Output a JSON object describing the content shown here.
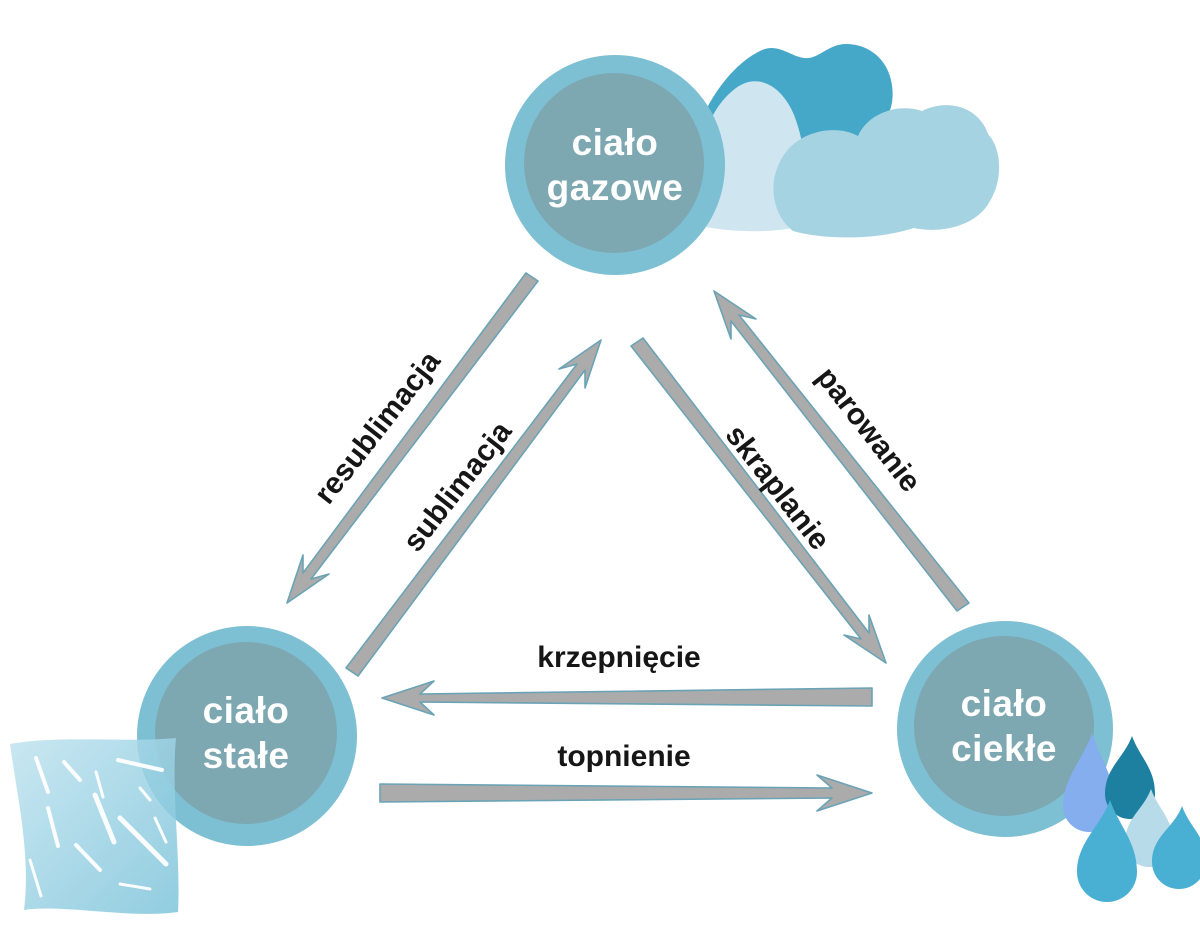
{
  "nodes": {
    "gas": {
      "line1": "ciało",
      "line2": "gazowe"
    },
    "solid": {
      "line1": "ciało",
      "line2": "stałe"
    },
    "liquid": {
      "line1": "ciało",
      "line2": "ciekłe"
    }
  },
  "edges": {
    "resublimation": {
      "label": "resublimacja",
      "from": "ciało gazowe",
      "to": "ciało stałe"
    },
    "sublimation": {
      "label": "sublimacja",
      "from": "ciało stałe",
      "to": "ciało gazowe"
    },
    "evaporation": {
      "label": "parowanie",
      "from": "ciało ciekłe",
      "to": "ciało gazowe"
    },
    "condensation": {
      "label": "skraplanie",
      "from": "ciało gazowe",
      "to": "ciało ciekłe"
    },
    "freezing": {
      "label": "krzepnięcie",
      "from": "ciało ciekłe",
      "to": "ciało stałe"
    },
    "melting": {
      "label": "topnienie",
      "from": "ciało stałe",
      "to": "ciało ciekłe"
    }
  },
  "icons": {
    "clouds": "clouds-icon",
    "ice_cube": "ice-cube-icon",
    "raindrops": "raindrops-icon"
  },
  "colors": {
    "background": "#ffffff",
    "node_fill": "#7da7b1",
    "node_ring": "#7ec0d3",
    "node_text": "#ffffff",
    "arrow_fill": "#ababab",
    "arrow_stroke": "#6aa3b5",
    "label_text": "#161616",
    "cloud_dark": "#46a8c8",
    "cloud_pale": "#cfe6f0",
    "cloud_front": "#a6d3e2",
    "ice_light": "#b9e0ee",
    "ice_deep": "#7cc3da",
    "drop_periwinkle": "#85aeef",
    "drop_teal": "#1e80a0",
    "drop_pale": "#b7dbe8",
    "drop_cyan": "#49b0d3"
  }
}
